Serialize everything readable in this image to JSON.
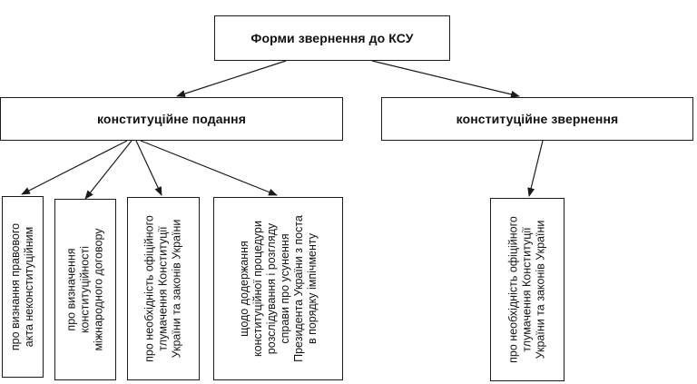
{
  "root": {
    "label": "Форми звернення до КСУ"
  },
  "branches": [
    {
      "label": "конституційне подання",
      "items": [
        "про визнання правового\nакта неконституційним",
        "про визначення\nконституційності\nміжнародного договору",
        "про необхідність офіційного\nтлумачення Конституції\nУкраїни та законів України",
        "щодо додержання\nконституційної процедури\nрозслідування і розгляду\nсправи про усунення\nПрезидента України з поста\nв порядку імпічменту"
      ]
    },
    {
      "label": "конституційне звернення",
      "items": [
        "про необхідність офіційного\nтлумачення Конституції\nУкраїни та законів України"
      ]
    }
  ]
}
